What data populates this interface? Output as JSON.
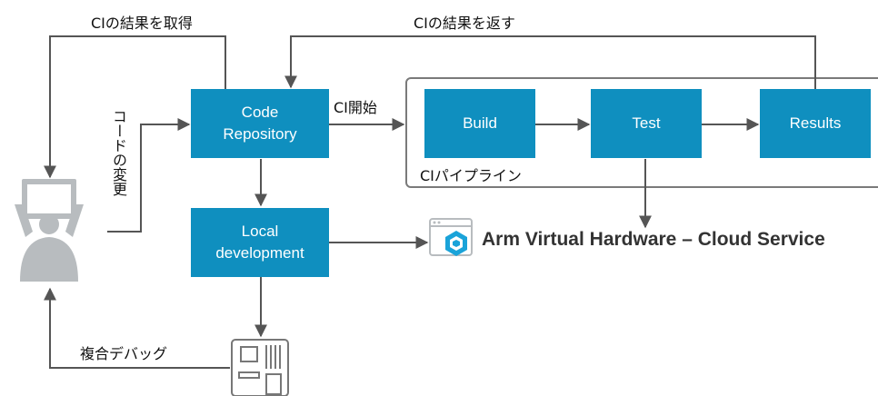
{
  "labels": {
    "get_ci_result": "CIの結果を取得",
    "return_ci_result": "CIの結果を返す",
    "ci_start": "CI開始",
    "code_change": "コードの変更",
    "ci_pipeline": "CIパイプライン",
    "multi_debug": "複合デバッグ"
  },
  "boxes": {
    "code_repository": "Code\nRepository",
    "local_development": "Local\ndevelopment",
    "build": "Build",
    "test": "Test",
    "results": "Results"
  },
  "service": {
    "title": "Arm Virtual Hardware – Cloud Service"
  },
  "colors": {
    "box": "#0f8fbf",
    "line": "#555555",
    "icon": "#b8bcbf",
    "accent": "#1aa3d9"
  },
  "icons": [
    "developer-icon",
    "cloud-service-icon",
    "device-board-icon"
  ]
}
